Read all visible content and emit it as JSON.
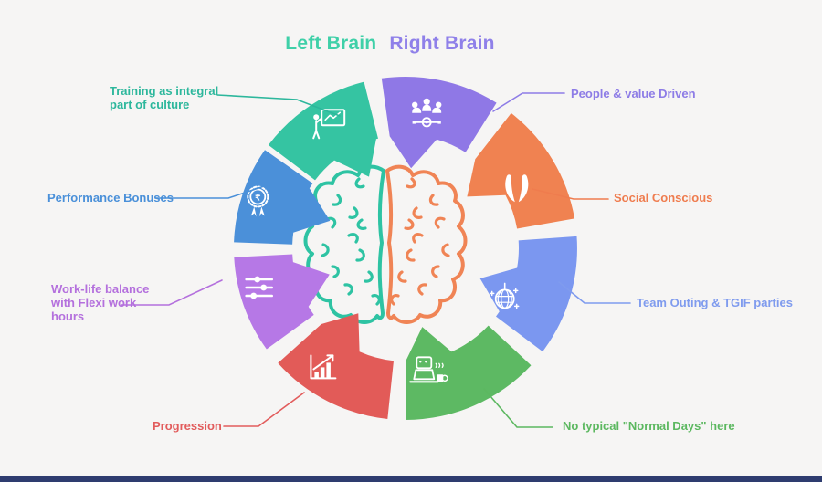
{
  "title": {
    "left": "Left Brain",
    "right": "Right Brain",
    "left_color": "#3fd0a8",
    "right_color": "#8f80e9"
  },
  "background_color": "#f6f5f4",
  "footer": {
    "color": "#2e3c6f"
  },
  "brain": {
    "left_color": "#2ec3a3",
    "right_color": "#f08455"
  },
  "diagram": {
    "segments": [
      {
        "name": "training",
        "icon": "presentation-icon",
        "color": "#35c4a2",
        "label_color": "#2db79c",
        "label_lines": [
          "Training as integral",
          "part of culture"
        ]
      },
      {
        "name": "people",
        "icon": "team-gear-icon",
        "color": "#8f78e6",
        "label_color": "#8d7ce6",
        "label_lines": [
          "People & value Driven"
        ]
      },
      {
        "name": "social",
        "icon": "hands-icon",
        "color": "#f08251",
        "label_color": "#ef7c4e",
        "label_lines": [
          "Social Conscious"
        ]
      },
      {
        "name": "teamouting",
        "icon": "disco-ball-icon",
        "color": "#7b97f0",
        "label_color": "#7f9bee",
        "label_lines": [
          "Team Outing & TGIF parties"
        ]
      },
      {
        "name": "notypical",
        "icon": "robot-laptop-icon",
        "color": "#5db963",
        "label_color": "#5cb860",
        "label_lines": [
          "No typical \"Normal Days\" here"
        ]
      },
      {
        "name": "progression",
        "icon": "growth-chart-icon",
        "color": "#e25b58",
        "label_color": "#e25c5c",
        "label_lines": [
          "Progression"
        ]
      },
      {
        "name": "worklife",
        "icon": "sliders-icon",
        "color": "#b678e6",
        "label_color": "#b470dd",
        "label_lines": [
          "Work-life balance",
          "with Flexi work",
          "hours"
        ]
      },
      {
        "name": "performance",
        "icon": "medal-rupee-icon",
        "color": "#4b90d9",
        "label_color": "#4a90d9",
        "label_lines": [
          "Performance Bonuses"
        ]
      }
    ]
  }
}
